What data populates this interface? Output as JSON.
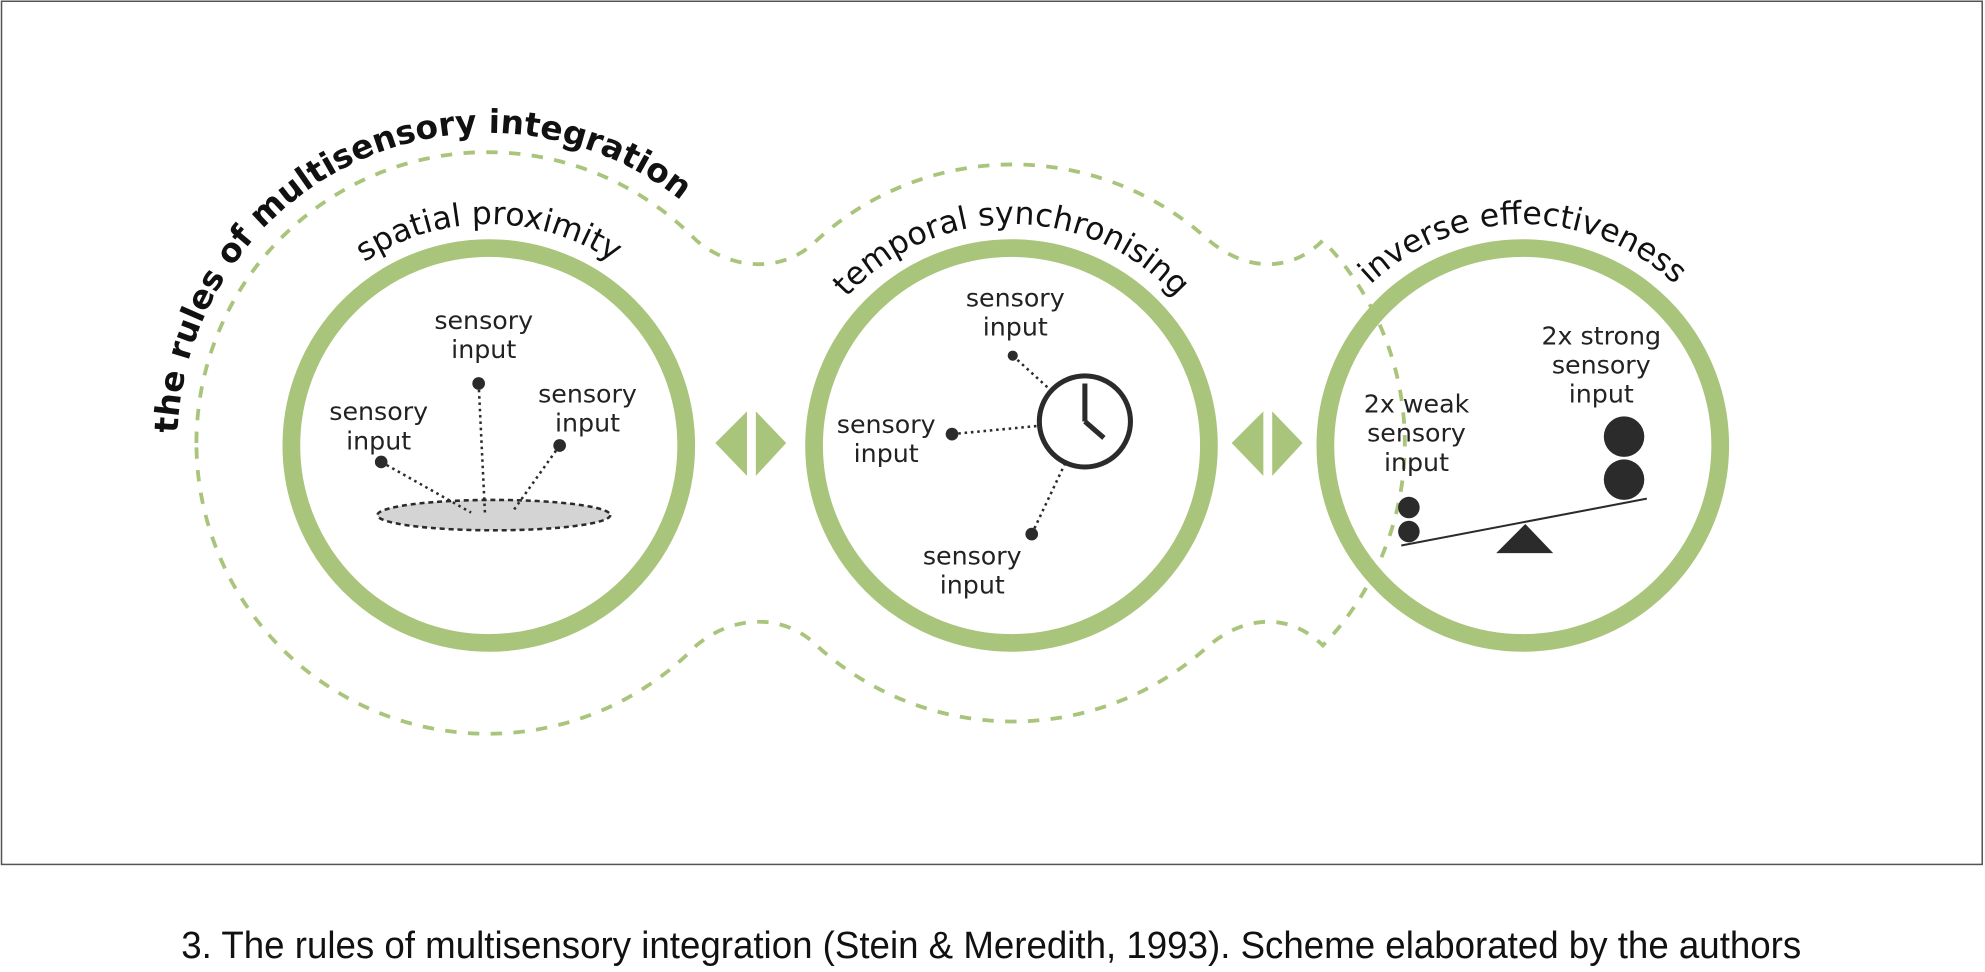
{
  "title": "the rules of multisensory integration",
  "colors": {
    "green": "#a9c47b",
    "dark": "#2b2b2b",
    "ellipse_fill": "#d4d4d4"
  },
  "rules": [
    {
      "name": "spatial proximity",
      "labels": [
        "sensory input",
        "sensory input",
        "sensory input"
      ]
    },
    {
      "name": "temporal synchronising",
      "icon": "clock-icon",
      "labels": [
        "sensory input",
        "sensory input",
        "sensory input"
      ]
    },
    {
      "name": "inverse effectiveness",
      "icon": "balance-scale-icon",
      "weak_label": [
        "2x weak",
        "sensory",
        "input"
      ],
      "strong_label": [
        "2x strong",
        "sensory",
        "input"
      ]
    }
  ],
  "line1": "sensory",
  "line2": "input",
  "caption": "3. The rules of multisensory integration (Stein & Meredith, 1993). Scheme elaborated by the authors"
}
